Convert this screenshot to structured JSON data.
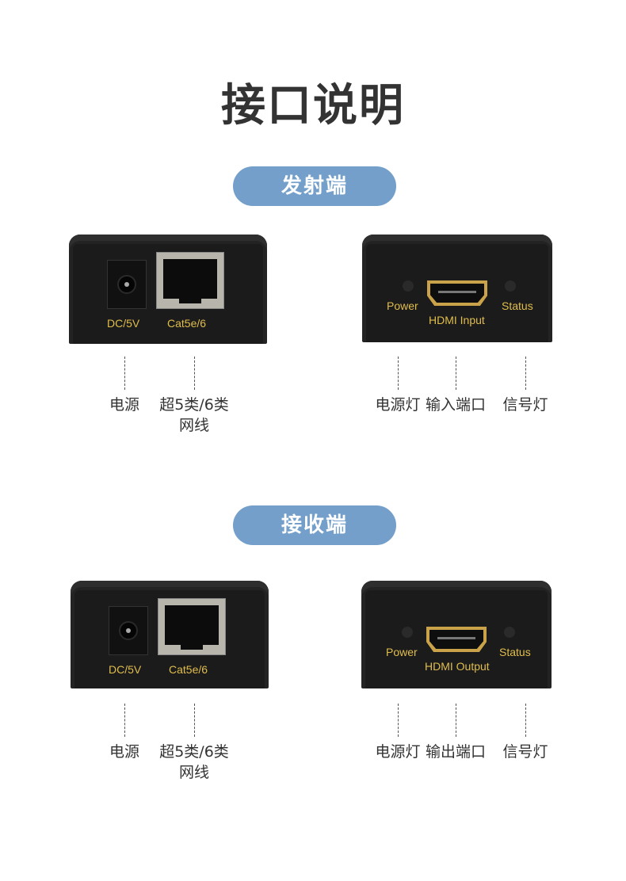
{
  "title": "接口说明",
  "sections": [
    {
      "heading": "发射端",
      "left_device": {
        "port1": "DC/5V",
        "port2": "Cat5e/6"
      },
      "right_device": {
        "led1": "Power",
        "port": "HDMI Input",
        "led2": "Status"
      },
      "left_labels": [
        "电源",
        "超5类/6类",
        "网线"
      ],
      "right_labels": [
        "电源灯",
        "输入端口",
        "信号灯"
      ]
    },
    {
      "heading": "接收端",
      "left_device": {
        "port1": "DC/5V",
        "port2": "Cat5e/6"
      },
      "right_device": {
        "led1": "Power",
        "port": "HDMI Output",
        "led2": "Status"
      },
      "left_labels": [
        "电源",
        "超5类/6类",
        "网线"
      ],
      "right_labels": [
        "电源灯",
        "输出端口",
        "信号灯"
      ]
    }
  ]
}
